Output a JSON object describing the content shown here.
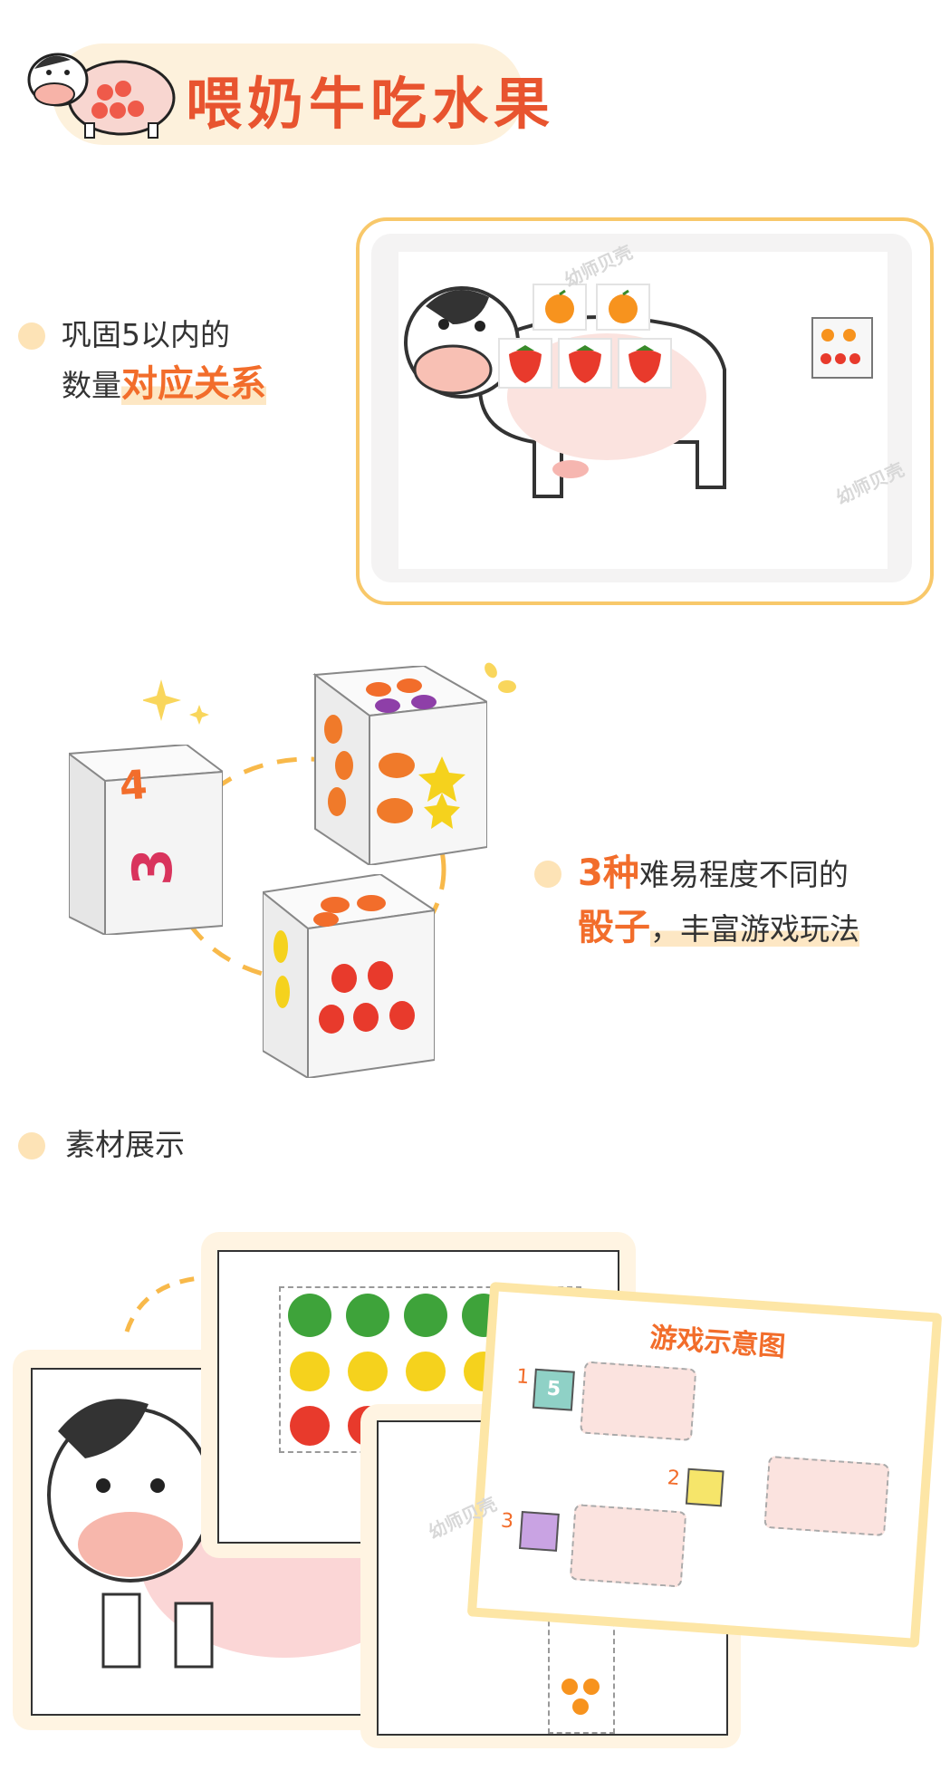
{
  "header": {
    "title": "喂奶牛吃水果"
  },
  "section1": {
    "line1": "巩固5以内的",
    "line2_prefix": "数量",
    "line2_highlight": "对应关系"
  },
  "section2": {
    "highlight1": "3种",
    "text1": "难易程度不同的",
    "highlight2": "骰子",
    "text2": "，丰富游戏玩法"
  },
  "dice": {
    "number_face_top": "4",
    "number_face_front": "3"
  },
  "section3": {
    "label": "素材展示"
  },
  "materials": {
    "sheet_title": "游戏示意图",
    "step1": "1",
    "step2": "2",
    "step3": "3",
    "die_face_number": "5"
  },
  "watermark": "幼师贝壳",
  "colors": {
    "accent": "#f26d2b",
    "title": "#e8542f",
    "frame": "#f8c86a",
    "pill": "#fdf1dc",
    "dot": "#fde3b6"
  }
}
